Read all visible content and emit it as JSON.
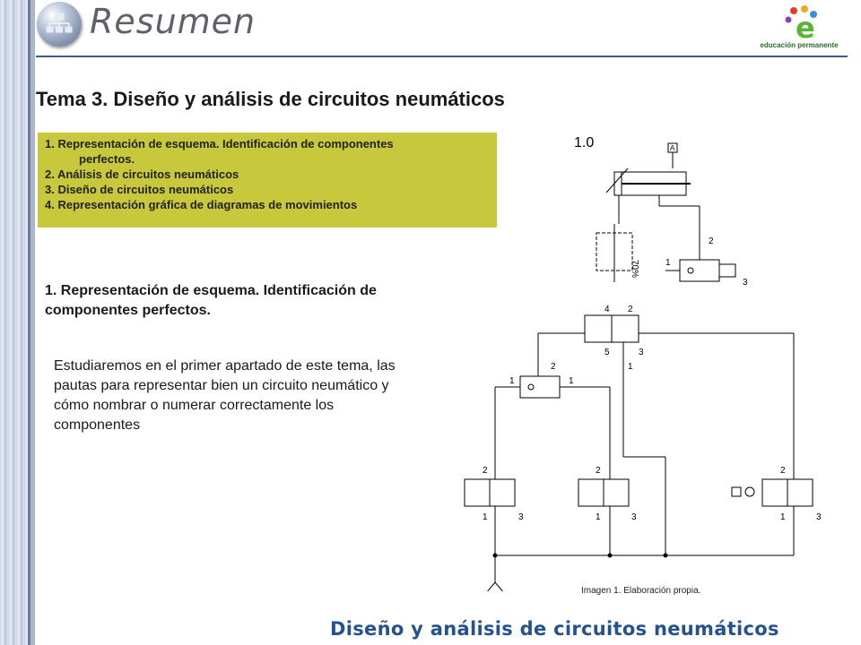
{
  "header": {
    "title": "Resumen",
    "brand": "educación permanente",
    "brand_letter": "e"
  },
  "main": {
    "title": "Tema 3. Diseño y análisis de circuitos neumáticos"
  },
  "toc": {
    "item1a": "1. Representación de esquema. Identificación de componentes",
    "item1b": "perfectos.",
    "item2": "2. Análisis de circuitos neumáticos",
    "item3": "3. Diseño de circuitos neumáticos",
    "item4": "4. Representación gráfica de diagramas de movimientos"
  },
  "section": {
    "heading": "1. Representación de esquema. Identificación de componentes perfectos.",
    "body": "Estudiaremos en el primer apartado de este tema, las pautas para representar bien un circuito neumático y cómo nombrar o numerar correctamente los componentes"
  },
  "diagram": {
    "label_cylinder": "1.0",
    "label_a": "A",
    "label_pct": "70%",
    "n1": "1",
    "n2": "2",
    "n3": "3",
    "n4": "4",
    "n5": "5"
  },
  "caption": "Imagen 1. Elaboración propia.",
  "footer": {
    "title": "Diseño y análisis de circuitos neumáticos"
  }
}
